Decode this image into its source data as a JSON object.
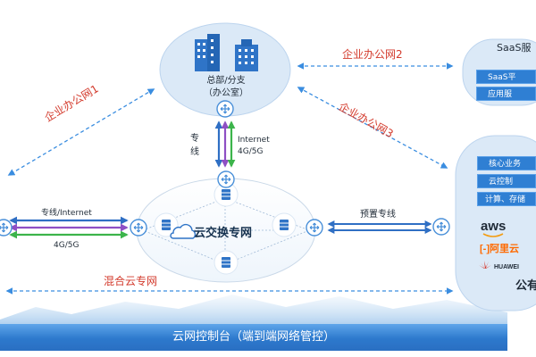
{
  "hq": {
    "line1": "总部/分支",
    "line2": "（办公室）"
  },
  "links": {
    "office_net_1": "企业办公网1",
    "office_net_2": "企业办公网2",
    "office_net_3": "企业办公网3",
    "dedicated_vertical_1": "专",
    "dedicated_vertical_2": "线",
    "internet": "Internet",
    "fourg_fiveg": "4G/5G",
    "left_top": "专线/Internet",
    "left_bottom": "4G/5G",
    "preset_line": "预置专线",
    "hybrid_cloud": "混合云专网"
  },
  "core": {
    "label": "云交换专网"
  },
  "saas": {
    "title": "SaaS服",
    "bars": [
      "SaaS平",
      "应用服"
    ]
  },
  "public_cloud": {
    "bars": [
      "核心业务",
      "云控制",
      "计算、存储"
    ],
    "logos": {
      "aws": "aws",
      "aliyun": "阿里云",
      "huawei": "HUAWEI"
    },
    "label": "公有"
  },
  "console": {
    "label": "云网控制台（端到端网络管控）"
  },
  "colors": {
    "accent_blue": "#2f7fd3",
    "red_text": "#d33a2c",
    "purple_line": "#8e4fc4",
    "green_line": "#3cb44b",
    "cloud_fill": "#dbe9f7"
  }
}
